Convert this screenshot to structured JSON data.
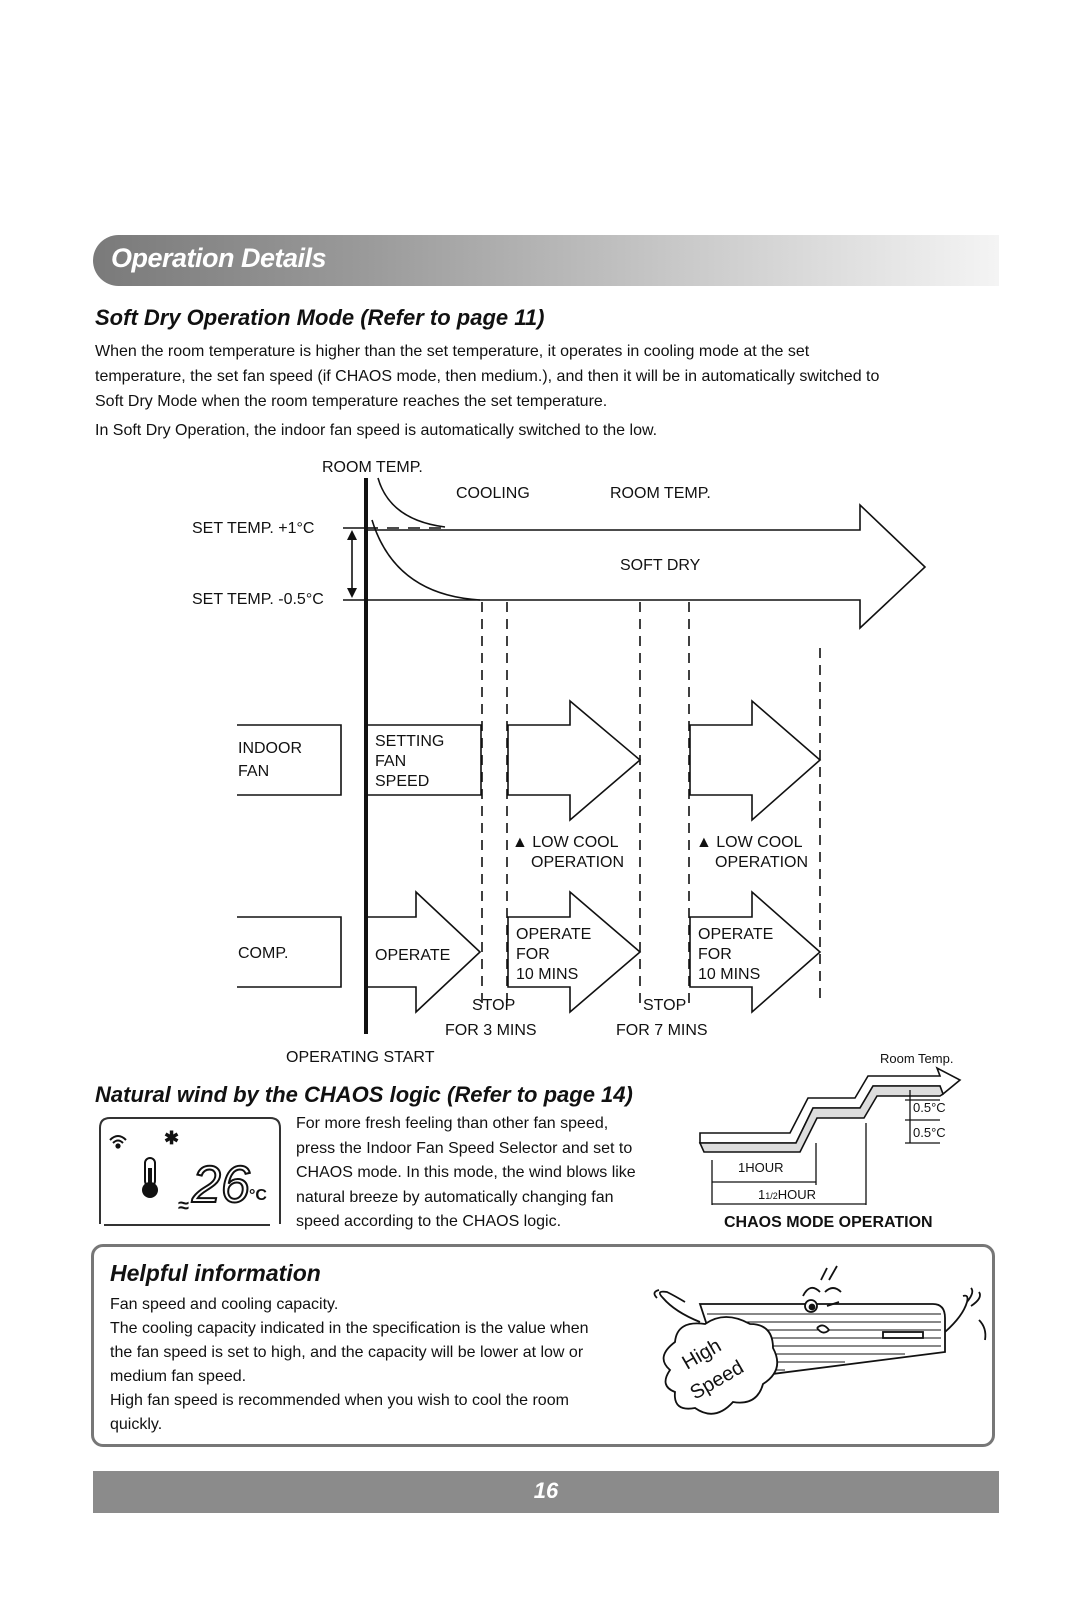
{
  "header": {
    "title": "Operation Details"
  },
  "soft_dry": {
    "heading": "Soft Dry Operation Mode (Refer to page 11)",
    "para1_lines": [
      "When the room temperature is higher than the set temperature, it operates in cooling mode at the set",
      "temperature, the set fan speed (if CHAOS mode, then medium.), and then it will be in automatically switched to",
      "Soft Dry Mode when the room temperature reaches the set temperature."
    ],
    "para2": "In Soft Dry Operation, the indoor fan speed is automatically switched to the low."
  },
  "diagram": {
    "room_temp_axis": "ROOM TEMP.",
    "cooling": "COOLING",
    "room_temp_curve": "ROOM TEMP.",
    "set_temp_plus": "SET TEMP. +1°C",
    "set_temp_minus": "SET TEMP. -0.5°C",
    "soft_dry": "SOFT DRY",
    "indoor_fan": [
      "INDOOR",
      "FAN"
    ],
    "setting_fan_speed": [
      "SETTING",
      "FAN",
      "SPEED"
    ],
    "low_cool_1": [
      "▲ LOW COOL",
      "OPERATION"
    ],
    "low_cool_2": [
      "▲ LOW COOL",
      "OPERATION"
    ],
    "comp": "COMP.",
    "operate": "OPERATE",
    "operate_for_1": [
      "OPERATE",
      "FOR",
      "10 MINS"
    ],
    "operate_for_2": [
      "OPERATE",
      "FOR",
      "10 MINS"
    ],
    "stop_1": [
      "STOP",
      "FOR 3 MINS"
    ],
    "stop_2": [
      "STOP",
      "FOR 7 MINS"
    ],
    "operating_start": "OPERATING START"
  },
  "chaos": {
    "heading": "Natural wind by the CHAOS logic (Refer to page 14)",
    "para_lines": [
      "For more fresh feeling than other fan speed,",
      "press the Indoor Fan Speed Selector and set to",
      "CHAOS mode. In this mode, the wind blows like",
      "natural breeze by automatically changing fan",
      "speed according to the CHAOS logic."
    ],
    "display_temp": "26",
    "display_unit": "°C",
    "graph_room_temp": "Room Temp.",
    "graph_delta_1": "0.5°C",
    "graph_delta_2": "0.5°C",
    "graph_1hour": "1HOUR",
    "graph_1half_prefix": "1",
    "graph_1half_frac": "1/2",
    "graph_1half_suffix": "HOUR",
    "caption": "CHAOS MODE OPERATION"
  },
  "helpful": {
    "heading": "Helpful information",
    "lines": [
      "Fan speed and cooling capacity.",
      "The cooling capacity indicated in the specification is the value when",
      "the fan speed is set to high, and the capacity will be lower at low or",
      "medium fan speed.",
      "High fan speed is recommended when you wish to cool the room",
      "quickly."
    ],
    "cloud_word1": "High",
    "cloud_word2": "Speed"
  },
  "footer": {
    "page_number": "16"
  }
}
